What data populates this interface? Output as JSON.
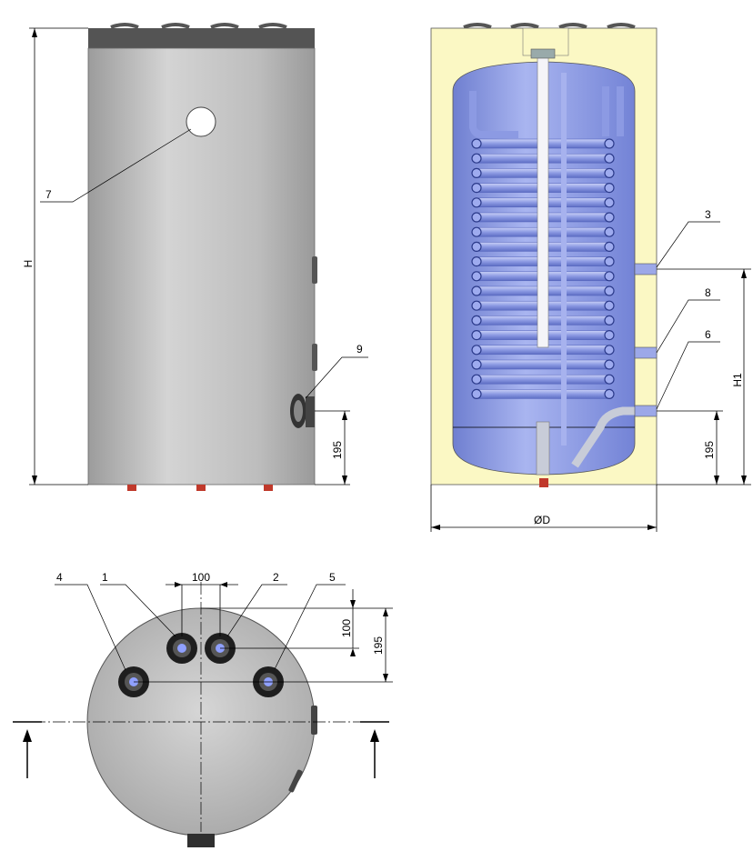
{
  "callouts": {
    "c1": "1",
    "c2": "2",
    "c3": "3",
    "c4": "4",
    "c5": "5",
    "c6": "6",
    "c7": "7",
    "c8": "8",
    "c9": "9"
  },
  "dimensions": {
    "height": "H",
    "height_connection": "H1",
    "diameter": "ØD",
    "bottom_offset_left": "195",
    "bottom_offset_right": "195",
    "top_spacing_horizontal": "100",
    "top_spacing_vertical": "100",
    "top_offset_vertical": "195"
  },
  "colors": {
    "tank_body": "#c4c4c4",
    "insulation": "#fbf8c4",
    "inner_tank": "#8f9fe8",
    "coil": "#7a8ad8",
    "lid": "#545454",
    "connector_red": "#c0392b"
  },
  "icons": {
    "section_arrow": "section-arrow-icon"
  }
}
